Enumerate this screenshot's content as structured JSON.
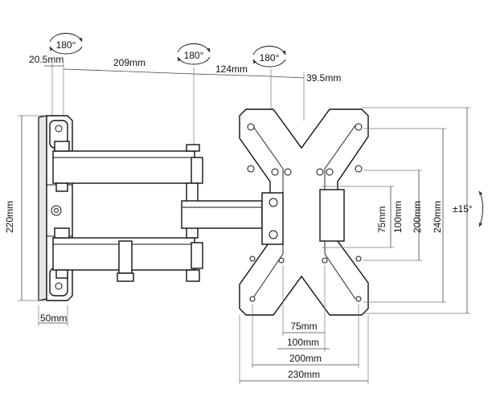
{
  "rotation_labels": {
    "wall_pivot": "180°",
    "arm_pivot": "180°",
    "head_pivot": "180°",
    "tilt": "±15°"
  },
  "top_dimensions": {
    "offset_left": "20.5mm",
    "arm1": "209mm",
    "arm2": "124mm",
    "offset_right": "39.5mm"
  },
  "wall_plate": {
    "height": "220mm",
    "width": "50mm"
  },
  "vesa_vertical": [
    "75mm",
    "100mm",
    "200mm",
    "240mm"
  ],
  "vesa_horizontal": [
    "75mm",
    "100mm",
    "200mm",
    "230mm"
  ]
}
